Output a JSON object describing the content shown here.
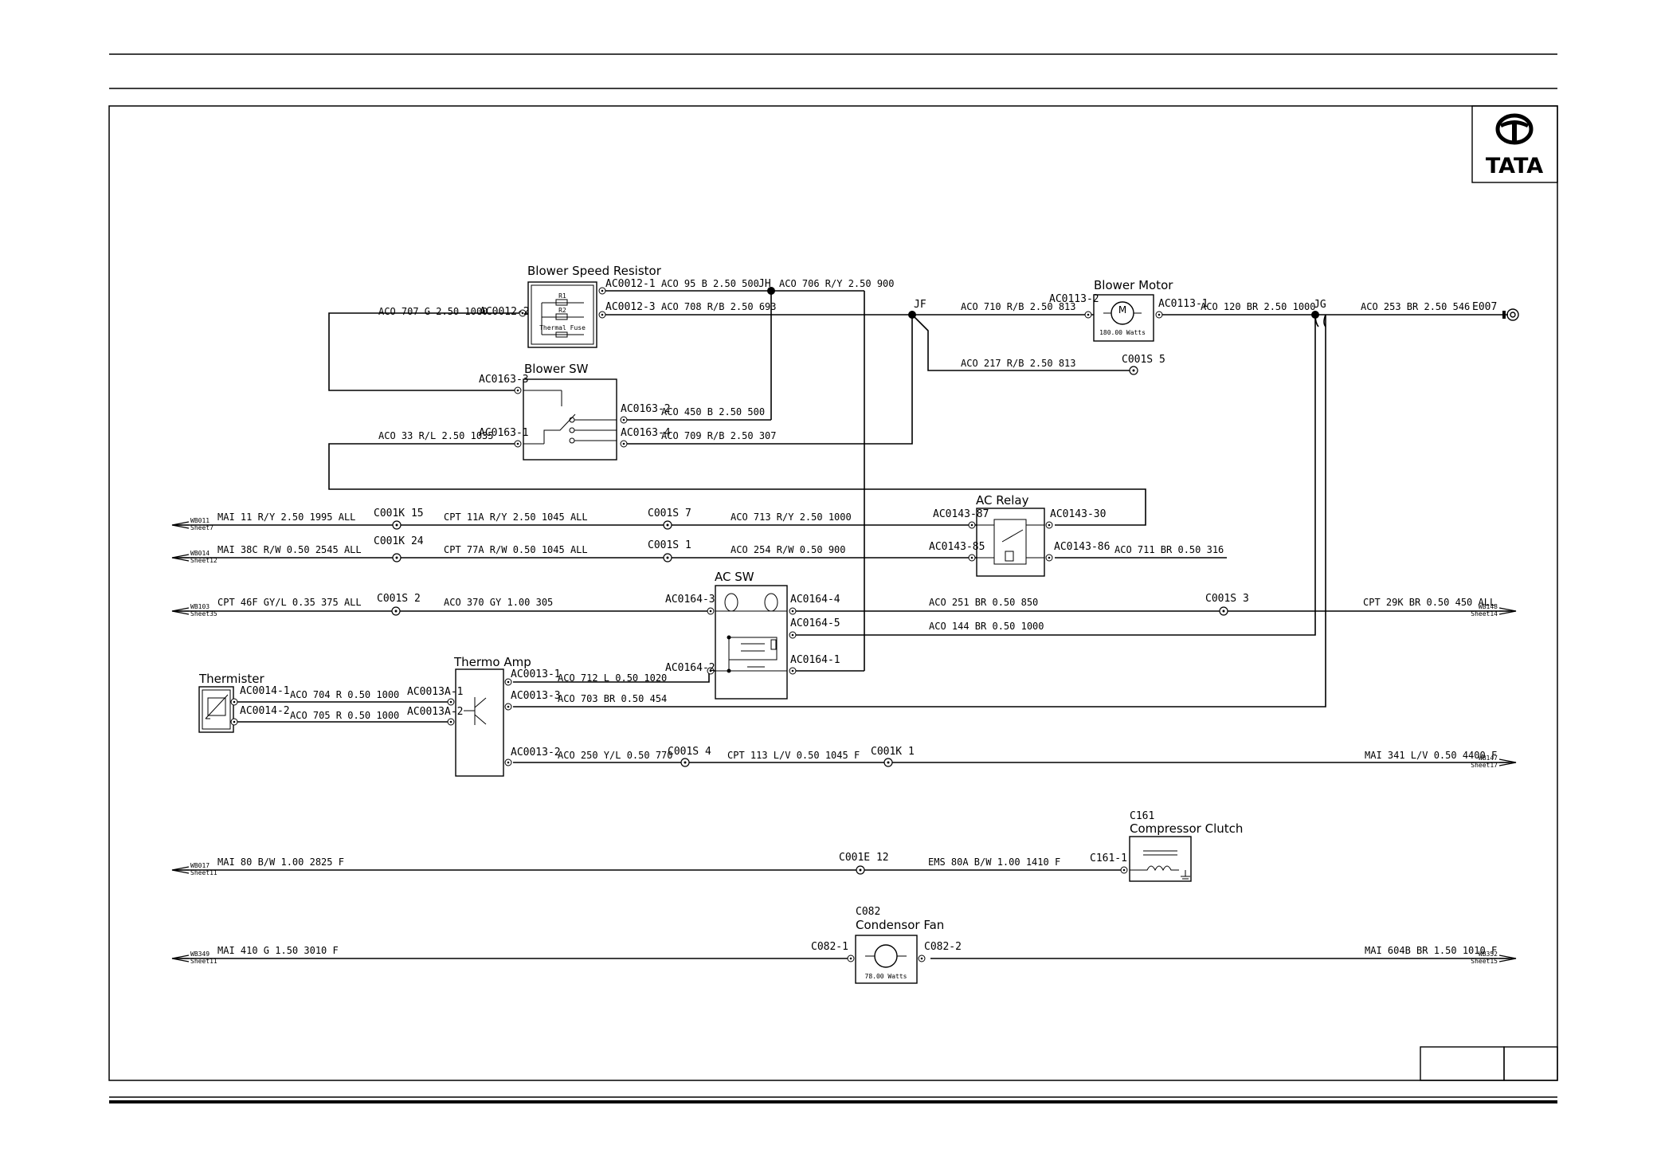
{
  "logo": {
    "text": "TATA"
  },
  "components": {
    "blower_speed_resistor": {
      "label": "Blower Speed Resistor",
      "r1": "R1",
      "r2": "R2",
      "fuse": "Thermal Fuse"
    },
    "blower_sw": {
      "label": "Blower SW"
    },
    "blower_motor": {
      "label": "Blower Motor",
      "symbol": "M",
      "rating": "180.00 Watts"
    },
    "ac_relay": {
      "label": "AC Relay"
    },
    "ac_sw": {
      "label": "AC SW"
    },
    "thermister": {
      "label": "Thermister"
    },
    "thermo_amp": {
      "label": "Thermo Amp"
    },
    "compressor_clutch": {
      "code": "C161",
      "label": "Compressor Clutch"
    },
    "condensor_fan": {
      "code": "C082",
      "label": "Condensor Fan",
      "rating": "78.00 Watts"
    }
  },
  "pins": {
    "ac0012_2": "AC0012-2",
    "ac0012_1": "AC0012-1",
    "ac0012_3": "AC0012-3",
    "ac0163_3": "AC0163-3",
    "ac0163_1": "AC0163-1",
    "ac0163_2": "AC0163-2",
    "ac0163_4": "AC0163-4",
    "ac0113_2": "AC0113-2",
    "ac0113_1": "AC0113-1",
    "ac0143_87": "AC0143-87",
    "ac0143_85": "AC0143-85",
    "ac0143_30": "AC0143-30",
    "ac0143_86": "AC0143-86",
    "ac0164_3": "AC0164-3",
    "ac0164_2": "AC0164-2",
    "ac0164_4": "AC0164-4",
    "ac0164_5": "AC0164-5",
    "ac0164_1": "AC0164-1",
    "ac0014_1": "AC0014-1",
    "ac0014_2": "AC0014-2",
    "ac0013a_1": "AC0013A-1",
    "ac0013a_2": "AC0013A-2",
    "ac0013_1": "AC0013-1",
    "ac0013_3": "AC0013-3",
    "ac0013_2": "AC0013-2",
    "c161_1": "C161-1",
    "c082_1": "C082-1",
    "c082_2": "C082-2"
  },
  "splices": {
    "jh": "JH",
    "jf": "JF",
    "jg": "JG"
  },
  "connectors": {
    "c001k_15": "C001K 15",
    "c001k_24": "C001K 24",
    "c001k_1": "C001K 1",
    "c001s_7": "C001S 7",
    "c001s_1": "C001S 1",
    "c001s_2": "C001S 2",
    "c001s_3": "C001S 3",
    "c001s_4": "C001S 4",
    "c001s_5": "C001S 5",
    "c001e_12": "C001E 12",
    "e007": "E007"
  },
  "wires": {
    "w707": "ACO  707 G 2.50 1000",
    "w95": "ACO  95 B 2.50 500",
    "w706": "ACO  706 R/Y 2.50 900",
    "w708": "ACO  708 R/B 2.50 693",
    "w710": "ACO  710 R/B 2.50 813",
    "w217": "ACO  217 R/B 2.50 813",
    "w120": "ACO  120 BR 2.50 1000",
    "w253": "ACO  253 BR 2.50 546",
    "w450": "ACO  450 B 2.50 500",
    "w33": "ACO  33 R/L 2.50 1035",
    "w709": "ACO  709 R/B 2.50 307",
    "w11": "MAI  11 R/Y 2.50 1995 ALL",
    "w11a": "CPT  11A R/Y 2.50 1045 ALL",
    "w713": "ACO  713 R/Y 2.50 1000",
    "w38c": "MAI  38C R/W 0.50 2545 ALL",
    "w77a": "CPT  77A R/W 0.50 1045 ALL",
    "w254": "ACO  254 R/W 0.50 900",
    "w711": "ACO  711 BR 0.50 316",
    "w46f": "CPT  46F GY/L 0.35 375 ALL",
    "w370": "ACO  370 GY 1.00 305",
    "w251": "ACO  251 BR 0.50 850",
    "w29k": "CPT  29K BR 0.50 450 ALL",
    "w144": "ACO  144 BR 0.50 1000",
    "w712": "ACO  712 L 0.50 1020",
    "w703": "ACO  703 BR 0.50 454",
    "w704": "ACO  704 R 0.50 1000",
    "w705": "ACO  705 R 0.50 1000",
    "w250": "ACO  250 Y/L 0.50 770",
    "w113": "CPT  113 L/V 0.50 1045 F",
    "w341": "MAI  341 L/V 0.50 4400 F",
    "w80": "MAI  80 B/W 1.00 2825 F",
    "w80a": "EMS  80A B/W 1.00 1410 F",
    "w410": "MAI  410 G 1.50 3010 F",
    "w604b": "MAI  604B BR 1.50 1010 F"
  },
  "refs": {
    "wb011": {
      "code": "WB011",
      "sheet": "Sheet7"
    },
    "wb014": {
      "code": "WB014",
      "sheet": "Sheet12"
    },
    "wb103": {
      "code": "WB103",
      "sheet": "Sheet35"
    },
    "wb017": {
      "code": "WB017",
      "sheet": "Sheet11"
    },
    "wb349": {
      "code": "WB349",
      "sheet": "Sheet11"
    },
    "wb148": {
      "code": "WB148",
      "sheet": "Sheet14"
    },
    "wb147": {
      "code": "WB147",
      "sheet": "Sheet17"
    },
    "wb352": {
      "code": "WB352",
      "sheet": "Sheet15"
    }
  }
}
